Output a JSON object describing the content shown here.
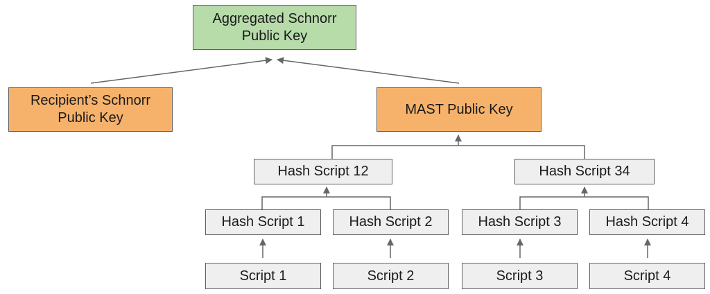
{
  "colors": {
    "root_fill": "#b7dcaa",
    "key_fill": "#f6b26b",
    "hash_fill": "#efefef",
    "border": "#5f5f5f",
    "edge": "#666666"
  },
  "nodes": {
    "aggregated_key": "Aggregated Schnorr Public Key",
    "recipient_key": "Recipient’s Schnorr Public Key",
    "mast_key": "MAST Public Key",
    "hash_script_12": "Hash Script 12",
    "hash_script_34": "Hash Script 34",
    "hash_script_1": "Hash Script 1",
    "hash_script_2": "Hash Script 2",
    "hash_script_3": "Hash Script 3",
    "hash_script_4": "Hash Script 4",
    "script_1": "Script 1",
    "script_2": "Script 2",
    "script_3": "Script 3",
    "script_4": "Script 4"
  },
  "edges": [
    {
      "from": "recipient_key",
      "to": "aggregated_key"
    },
    {
      "from": "mast_key",
      "to": "aggregated_key"
    },
    {
      "from": "hash_script_12",
      "to": "mast_key"
    },
    {
      "from": "hash_script_34",
      "to": "mast_key"
    },
    {
      "from": "hash_script_1",
      "to": "hash_script_12"
    },
    {
      "from": "hash_script_2",
      "to": "hash_script_12"
    },
    {
      "from": "hash_script_3",
      "to": "hash_script_34"
    },
    {
      "from": "hash_script_4",
      "to": "hash_script_34"
    },
    {
      "from": "script_1",
      "to": "hash_script_1"
    },
    {
      "from": "script_2",
      "to": "hash_script_2"
    },
    {
      "from": "script_3",
      "to": "hash_script_3"
    },
    {
      "from": "script_4",
      "to": "hash_script_4"
    }
  ]
}
